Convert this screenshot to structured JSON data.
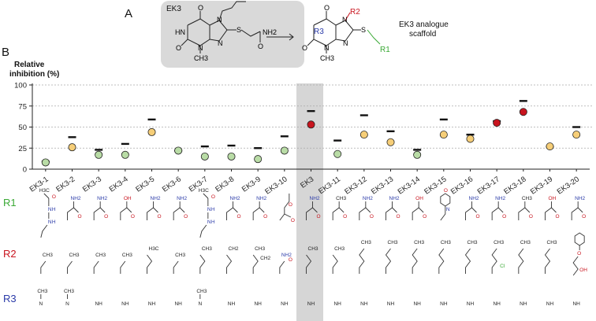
{
  "panel_a": {
    "label": "A",
    "title": "EK3",
    "arrow_caption": "EK3 analogue scaffold",
    "scaffold_labels": {
      "r1": "R1",
      "r2": "R2",
      "r3": "R3"
    },
    "ek3_atoms": {
      "o1": "O",
      "o2": "O",
      "o3": "O",
      "hn": "HN",
      "n1": "N",
      "n2": "N",
      "n3": "N",
      "n4": "N",
      "s": "S",
      "nh2": "NH2",
      "ch3": "CH3"
    },
    "scaffold_atoms": {
      "o1": "O",
      "o2": "O",
      "n1": "N",
      "n2": "N",
      "n3": "N",
      "n4": "N",
      "s": "S",
      "ch3": "CH3"
    }
  },
  "panel_b_label": "B",
  "r_labels": [
    "R1",
    "R2",
    "R3"
  ],
  "colors": {
    "green": "#b9dca6",
    "orange": "#f6ce78",
    "red": "#c8141e",
    "r1": "#3aa935",
    "r2": "#c8141e",
    "r3": "#2a3aa8",
    "highlight": "#d6d6d6"
  },
  "chart_data": {
    "type": "scatter",
    "ylabel": "Relative inhibition (%)",
    "ylim": [
      0,
      100
    ],
    "yticks": [
      0,
      25,
      50,
      75,
      100
    ],
    "grid": "horizontal-dashed",
    "categories": [
      "EK3-1",
      "EK3-2",
      "EK3-3",
      "EK3-4",
      "EK3-5",
      "EK3-6",
      "EK3-7",
      "EK3-8",
      "EK3-9",
      "EK3-10",
      "EK3",
      "EK3-11",
      "EK3-12",
      "EK3-13",
      "EK3-14",
      "EK3-15",
      "EK3-16",
      "EK3-17",
      "EK3-18",
      "EK3-19",
      "EK3-20"
    ],
    "values": [
      8,
      26,
      17,
      17,
      44,
      22,
      15,
      15,
      12,
      22,
      53,
      18,
      41,
      32,
      17,
      41,
      36,
      55,
      68,
      27,
      41
    ],
    "upper_bars": [
      9,
      38,
      23,
      30,
      59,
      22,
      27,
      28,
      25,
      39,
      69,
      34,
      64,
      45,
      23,
      59,
      41,
      57,
      81,
      27,
      50
    ],
    "point_colors": [
      "green",
      "orange",
      "green",
      "green",
      "orange",
      "green",
      "green",
      "green",
      "green",
      "green",
      "red",
      "green",
      "orange",
      "orange",
      "green",
      "orange",
      "orange",
      "red",
      "red",
      "orange",
      "orange"
    ],
    "highlight_category": "EK3"
  },
  "r1_substituents": [
    {
      "type": "amide-nme",
      "atoms": [
        "H3C",
        "O",
        "N",
        "H",
        "N",
        "H"
      ]
    },
    {
      "type": "amide",
      "atoms": [
        "NH2",
        "O"
      ]
    },
    {
      "type": "amide",
      "atoms": [
        "NH2",
        "O"
      ]
    },
    {
      "type": "acid",
      "atoms": [
        "OH",
        "O"
      ]
    },
    {
      "type": "amide",
      "atoms": [
        "NH2",
        "O"
      ]
    },
    {
      "type": "amide",
      "atoms": [
        "NH2",
        "O"
      ]
    },
    {
      "type": "amide-nme",
      "atoms": [
        "H3C",
        "O",
        "N",
        "H",
        "N",
        "H"
      ]
    },
    {
      "type": "amide",
      "atoms": [
        "NH2",
        "O"
      ]
    },
    {
      "type": "amide",
      "atoms": [
        "NH2",
        "O"
      ]
    },
    {
      "type": "ester",
      "atoms": [
        "O",
        "O"
      ]
    },
    {
      "type": "amide",
      "atoms": [
        "NH2",
        "O"
      ]
    },
    {
      "type": "ketone",
      "atoms": [
        "CH3",
        "O"
      ]
    },
    {
      "type": "amide",
      "atoms": [
        "NH2",
        "O"
      ]
    },
    {
      "type": "amide",
      "atoms": [
        "NH2",
        "O"
      ]
    },
    {
      "type": "acid",
      "atoms": [
        "OH",
        "O"
      ]
    },
    {
      "type": "morpholine",
      "atoms": [
        "O",
        "N"
      ]
    },
    {
      "type": "amide",
      "atoms": [
        "NH2",
        "O"
      ]
    },
    {
      "type": "amide",
      "atoms": [
        "NH2",
        "O"
      ]
    },
    {
      "type": "ketone",
      "atoms": [
        "CH3",
        "O"
      ]
    },
    {
      "type": "acid",
      "atoms": [
        "OH",
        "O"
      ]
    },
    {
      "type": "amide",
      "atoms": [
        "NH2",
        "O"
      ]
    }
  ],
  "r2_substituents": [
    {
      "text": "CH3"
    },
    {
      "text": "CH3"
    },
    {
      "text": "CH3"
    },
    {
      "text": "CH3"
    },
    {
      "text": "H3C"
    },
    {
      "text": "CH3"
    },
    {
      "text": "CH3"
    },
    {
      "text": "CH2"
    },
    {
      "text": "CH3"
    },
    {
      "text": "NH2"
    },
    {
      "text": "CH3"
    },
    {
      "text": "CH3"
    },
    {
      "text": "CH3"
    },
    {
      "text": "CH3"
    },
    {
      "text": "CH3"
    },
    {
      "text": "CH3"
    },
    {
      "text": "CH3"
    },
    {
      "text": "CH3"
    },
    {
      "text": "CH3"
    },
    {
      "text": "CH3"
    },
    {
      "text": "OH"
    }
  ],
  "r2_extra": {
    "cl": "Cl",
    "ch3b": "CH3",
    "ch2b": "CH2",
    "o": "O",
    "ch3c": "CH3",
    "o_phenyl": "O"
  },
  "r3_substituents": [
    {
      "top": "CH3",
      "text": "N"
    },
    {
      "top": "CH3",
      "text": "N"
    },
    {
      "top": "",
      "text": "NH"
    },
    {
      "top": "",
      "text": "NH"
    },
    {
      "top": "",
      "text": "NH"
    },
    {
      "top": "",
      "text": "NH"
    },
    {
      "top": "CH3",
      "text": "N"
    },
    {
      "top": "",
      "text": "NH"
    },
    {
      "top": "",
      "text": "NH"
    },
    {
      "top": "",
      "text": "NH"
    },
    {
      "top": "",
      "text": "NH"
    },
    {
      "top": "",
      "text": "NH"
    },
    {
      "top": "",
      "text": "NH"
    },
    {
      "top": "",
      "text": "NH"
    },
    {
      "top": "",
      "text": "NH"
    },
    {
      "top": "",
      "text": "NH"
    },
    {
      "top": "",
      "text": "NH"
    },
    {
      "top": "",
      "text": "NH"
    },
    {
      "top": "",
      "text": "NH"
    },
    {
      "top": "",
      "text": "NH"
    },
    {
      "top": "",
      "text": "NH"
    }
  ]
}
